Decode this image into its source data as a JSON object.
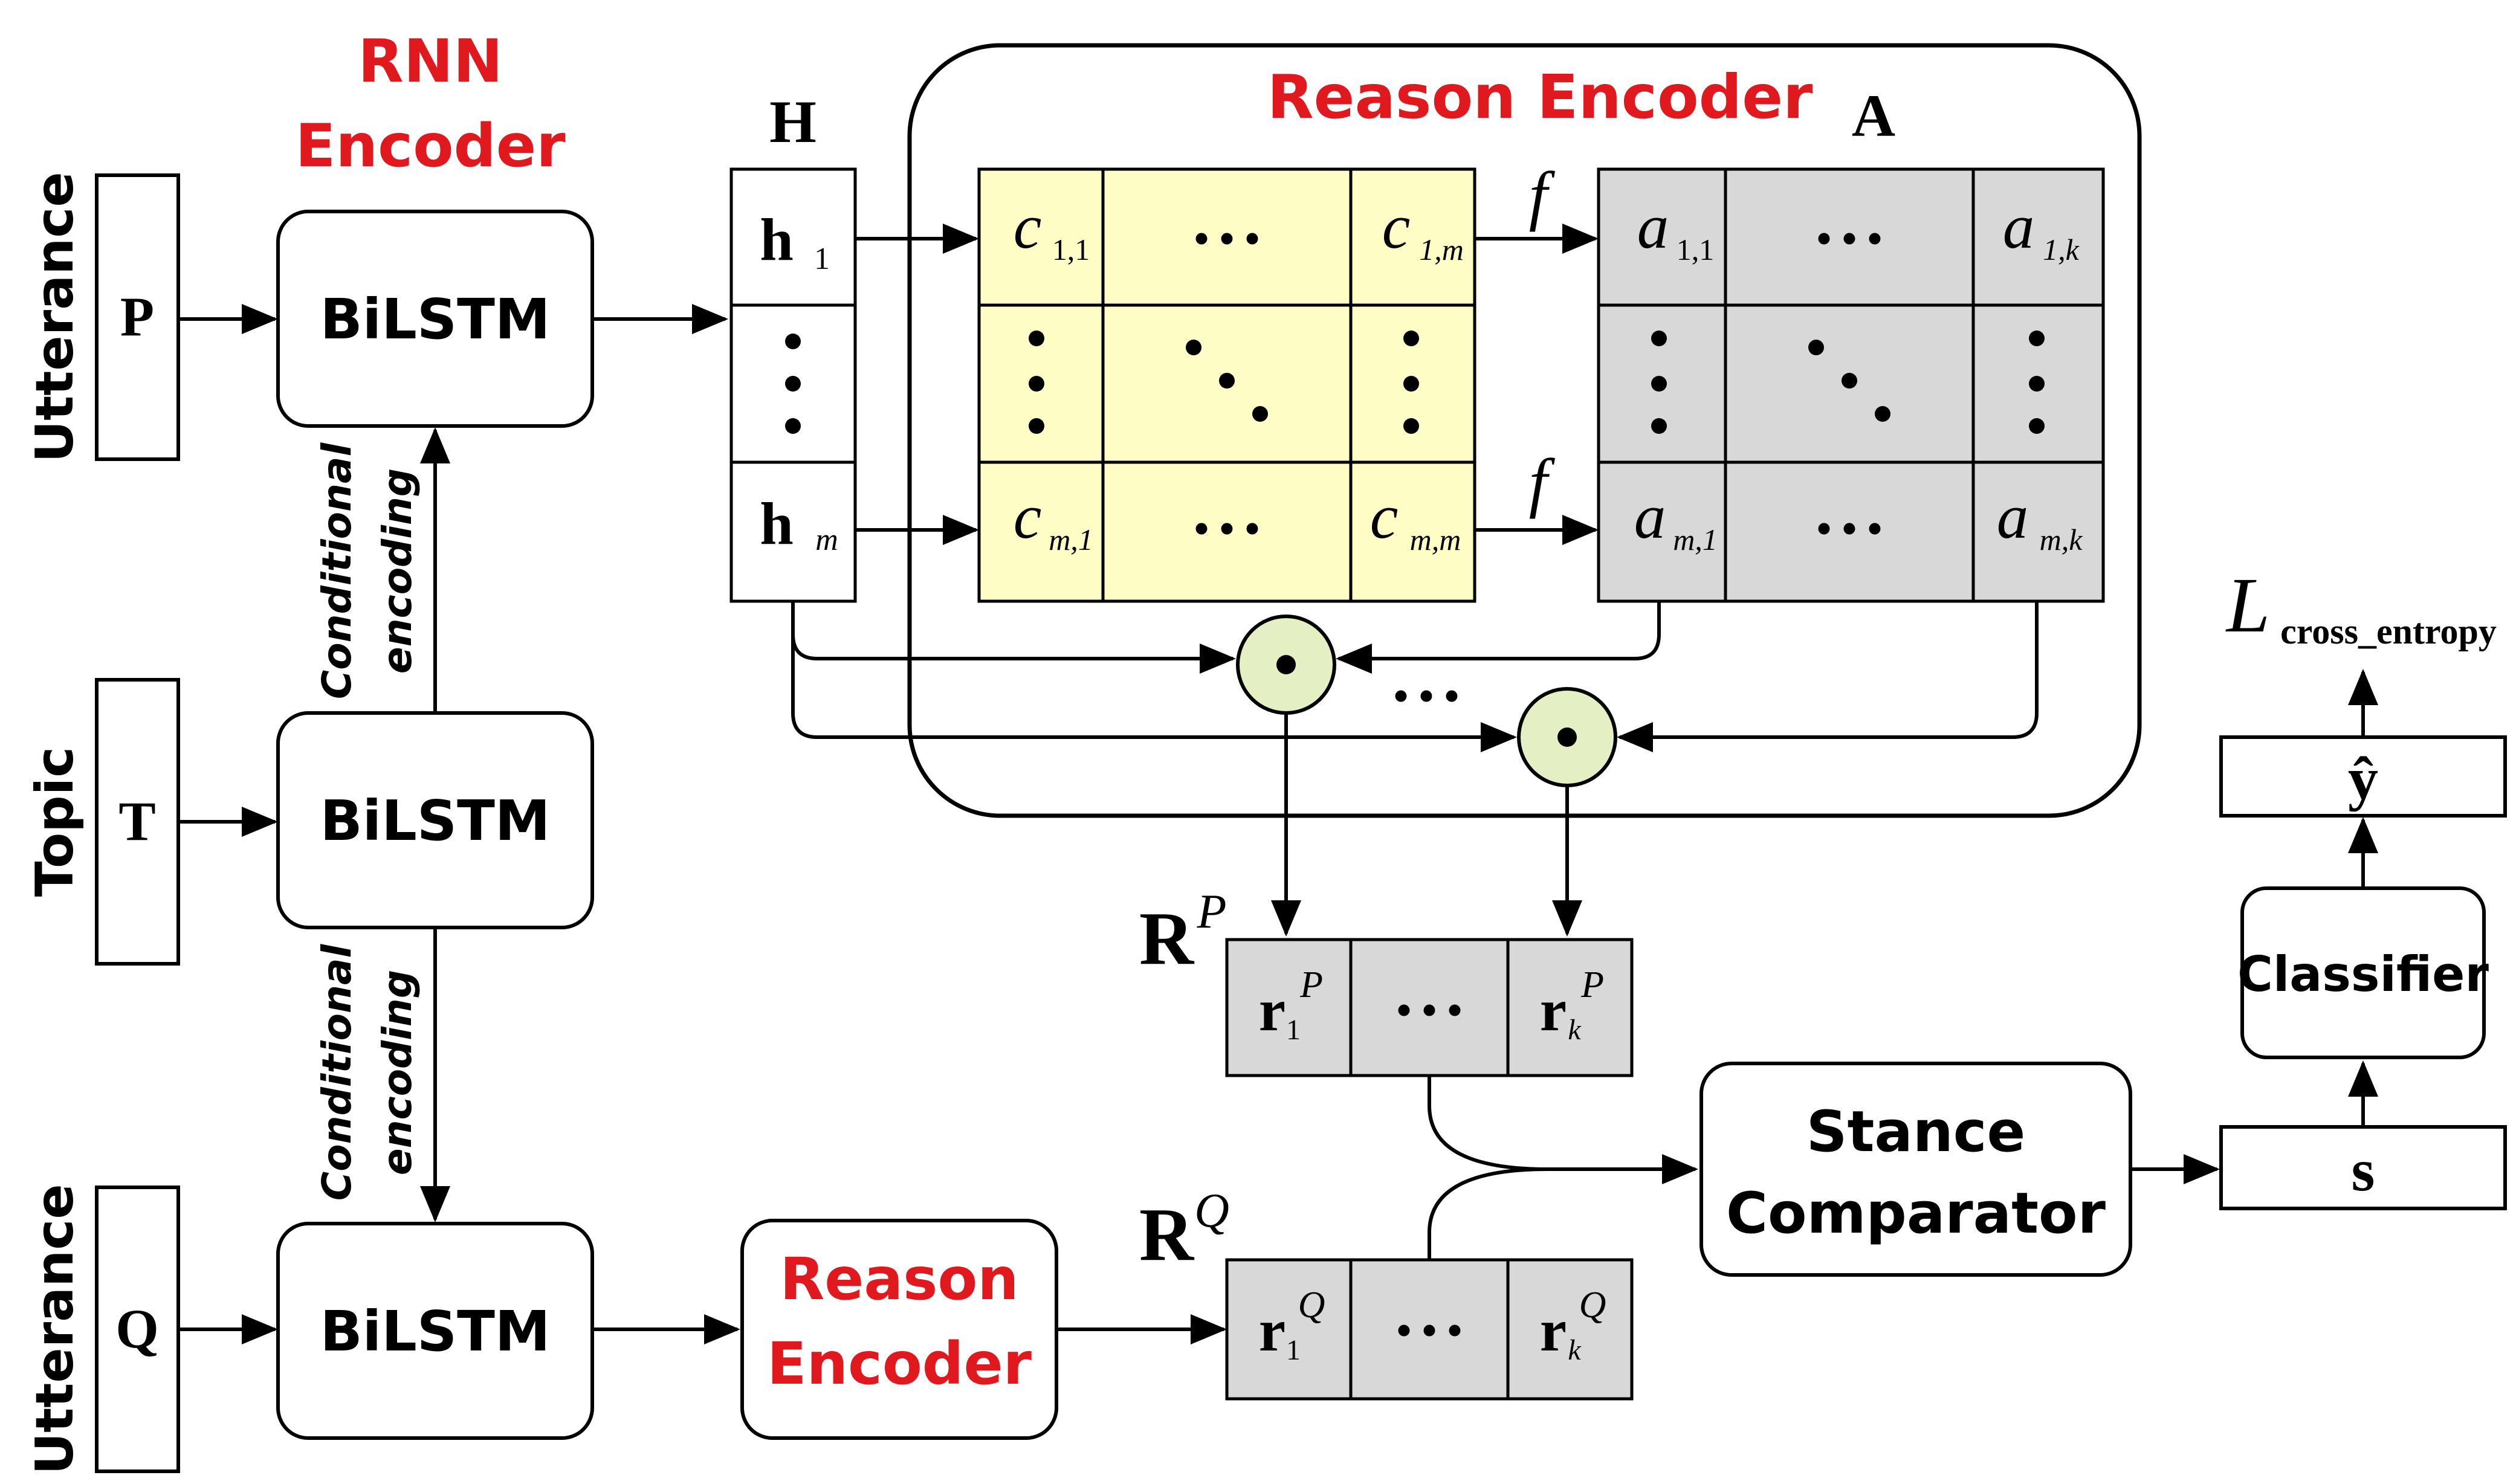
{
  "labels": {
    "rnn_encoder_line1": "RNN",
    "rnn_encoder_line2": "Encoder",
    "reason_encoder_title": "Reason Encoder",
    "reason_encoder_small_line1": "Reason",
    "reason_encoder_small_line2": "Encoder",
    "utterance_p": "Utterance",
    "utterance_q": "Utterance",
    "topic": "Topic",
    "input_p": "P",
    "input_t": "T",
    "input_q": "Q",
    "bilstm_top": "BiLSTM",
    "bilstm_mid": "BiLSTM",
    "bilstm_bot": "BiLSTM",
    "cond_enc_line1": "Conditional",
    "cond_enc_line2": "encoding",
    "H": "H",
    "A": "A",
    "f": "f",
    "h_bold": "h",
    "h1_sub": "1",
    "hm_sub": "m",
    "c": "c",
    "c11_sub": "1,1",
    "c1m_sub": "1,m",
    "cm1_sub": "m,1",
    "cmm_sub": "m,m",
    "a": "a",
    "a11_sub": "1,1",
    "a1k_sub": "1,k",
    "am1_sub": "m,1",
    "amk_sub": "m,k",
    "R": "R",
    "RP_sup": "P",
    "RQ_sup": "Q",
    "r": "r",
    "r1_sub": "1",
    "rk_sub": "k",
    "rP_sup": "P",
    "rQ_sup": "Q",
    "stance_line1": "Stance",
    "stance_line2": "Comparator",
    "classifier": "Classifier",
    "s": "s",
    "yhat": "ŷ",
    "L": "L",
    "loss_sub": "cross_entropy",
    "dots": "• • •",
    "op_dots": "• • •"
  },
  "colors": {
    "accent_red": "#e0191e",
    "matrix_c_fill": "#fffdc6",
    "matrix_a_fill": "#d8d8d8",
    "node_fill": "#e4f0c4"
  }
}
